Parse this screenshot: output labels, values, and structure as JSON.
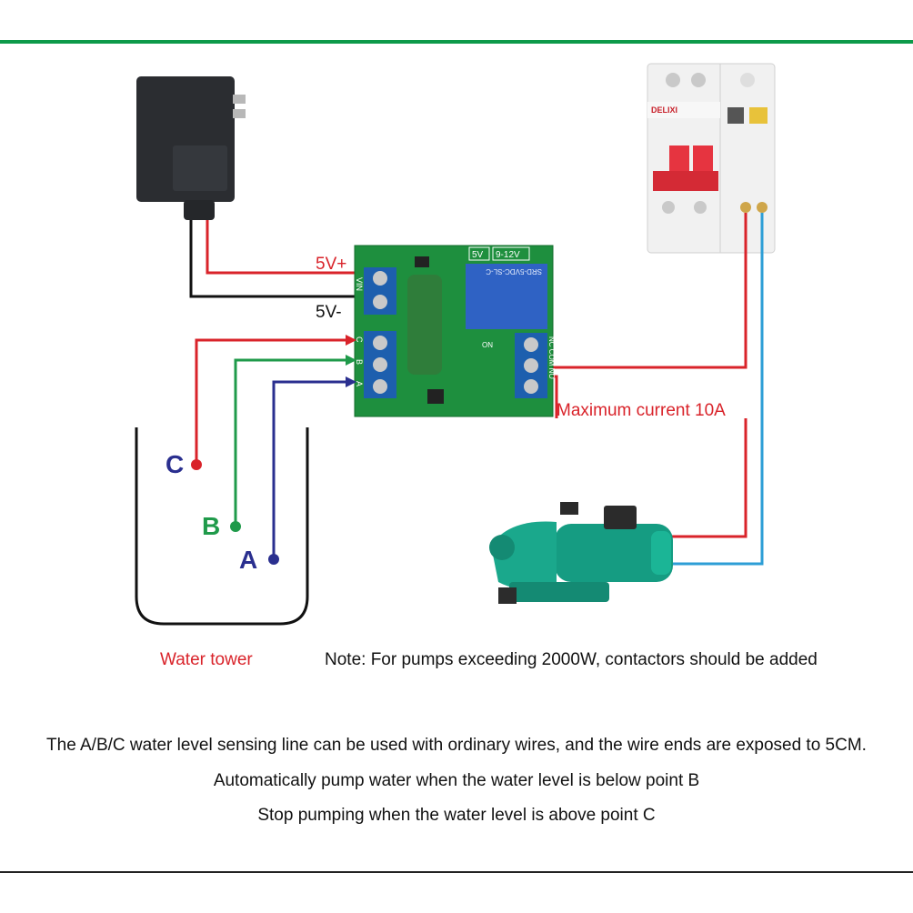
{
  "labels": {
    "v_plus": "5V+",
    "v_minus": "5V-",
    "max_current": "Maximum current 10A",
    "water_tower": "Water tower",
    "note": "Note: For pumps exceeding 2000W, contactors should be added",
    "point_c": "C",
    "point_b": "B",
    "point_a": "A"
  },
  "board": {
    "vin": "VIN",
    "abc": "C B A",
    "out": "NC COM NO",
    "jumper_5v": "5V",
    "jumper_12v": "9-12V",
    "relay_text": "SRD-5VDC-SL-C",
    "on": "ON"
  },
  "breaker": {
    "brand": "DELIXI"
  },
  "instructions": [
    "The A/B/C water level sensing line can be used with ordinary wires, and the wire ends are exposed to 5CM.",
    "Automatically pump water when the water level is below point B",
    "Stop pumping when the water level is above point C"
  ],
  "colors": {
    "green_rule": "#0d9a4a",
    "red_wire": "#d9232a",
    "green_wire": "#1f9a4a",
    "blue_wire": "#2a2f8f",
    "cyan_wire": "#2d9ed6",
    "pcb": "#1e8f3e",
    "pump": "#1ca58a"
  }
}
